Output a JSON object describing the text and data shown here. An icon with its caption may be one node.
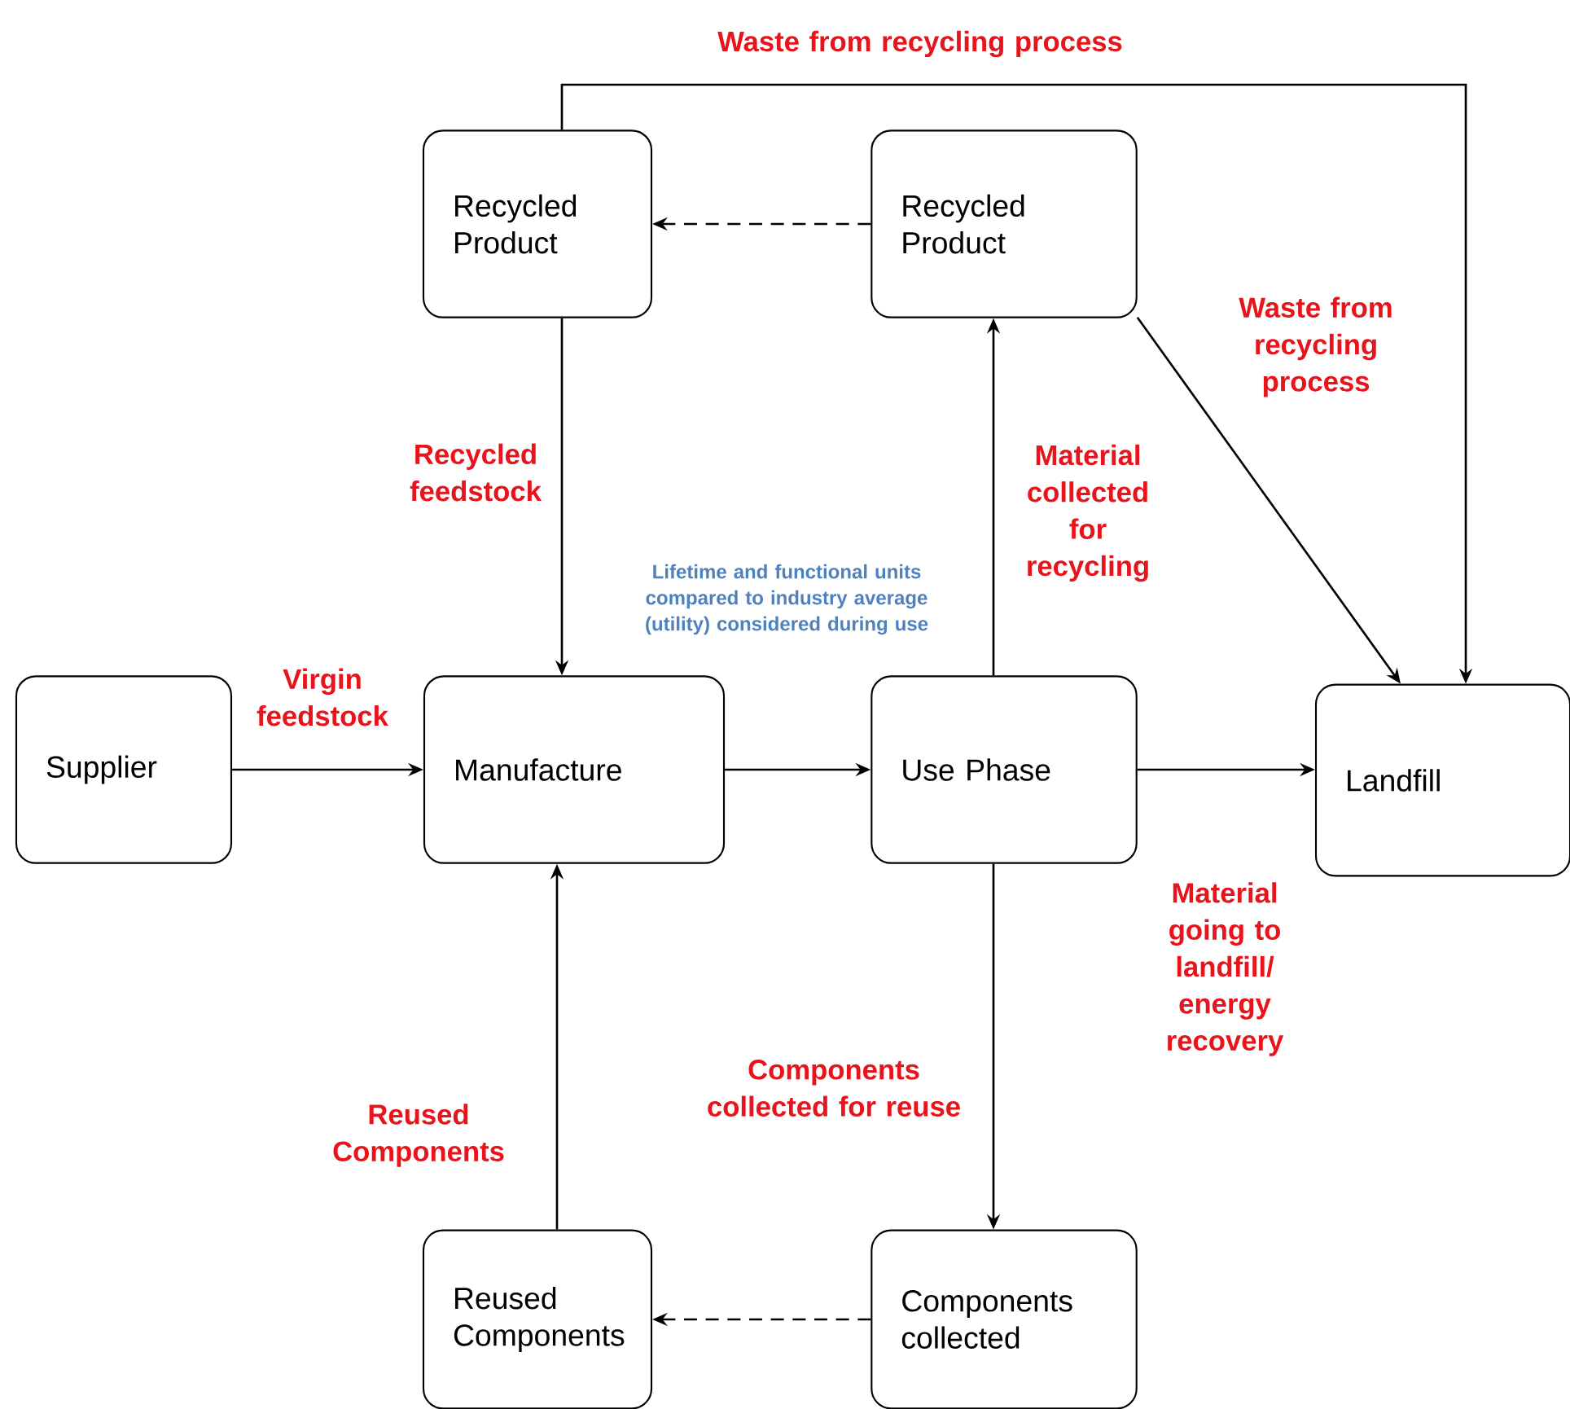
{
  "diagram": {
    "nodes": [
      {
        "text": [
          "Supplier"
        ]
      },
      {
        "text": [
          "Manufacture"
        ]
      },
      {
        "text": [
          "Use Phase"
        ]
      },
      {
        "text": [
          "Landfill"
        ]
      },
      {
        "text": [
          "Recycled Product"
        ]
      },
      {
        "text": [
          "Recycled Product"
        ]
      },
      {
        "text": [
          "Reused Components"
        ]
      },
      {
        "text": [
          "Components collected"
        ]
      }
    ],
    "edges": [
      {
        "from": 0,
        "to": 1,
        "arrow": "to",
        "label": "Virgin feedstock"
      },
      {
        "from": 1,
        "to": 2,
        "arrow": "to"
      },
      {
        "from": 2,
        "to": 3,
        "arrow": "to",
        "label": "Material going to landfill/ energy recovery"
      },
      {
        "from": 2,
        "to": 5,
        "arrow": "to",
        "label": "Material collected for recycling"
      },
      {
        "from": 5,
        "to": 4,
        "arrow": "to",
        "style": "dashed"
      },
      {
        "from": 4,
        "to": 1,
        "arrow": "to",
        "label": "Recycled feedstock"
      },
      {
        "from": 5,
        "to": 3,
        "arrow": "to",
        "label": "Waste from recycling process"
      },
      {
        "from": 4,
        "to": 3,
        "arrow": "to",
        "label": "Waste from recycling process"
      },
      {
        "from": 2,
        "to": 7,
        "arrow": "to",
        "label": "Components collected for reuse"
      },
      {
        "from": 7,
        "to": 6,
        "arrow": "to",
        "style": "dashed"
      },
      {
        "from": 6,
        "to": 1,
        "arrow": "to",
        "label": "Reused Components"
      }
    ],
    "labels": [
      "Lifetime and functional units compared to industry average (utility) considered during use"
    ]
  }
}
